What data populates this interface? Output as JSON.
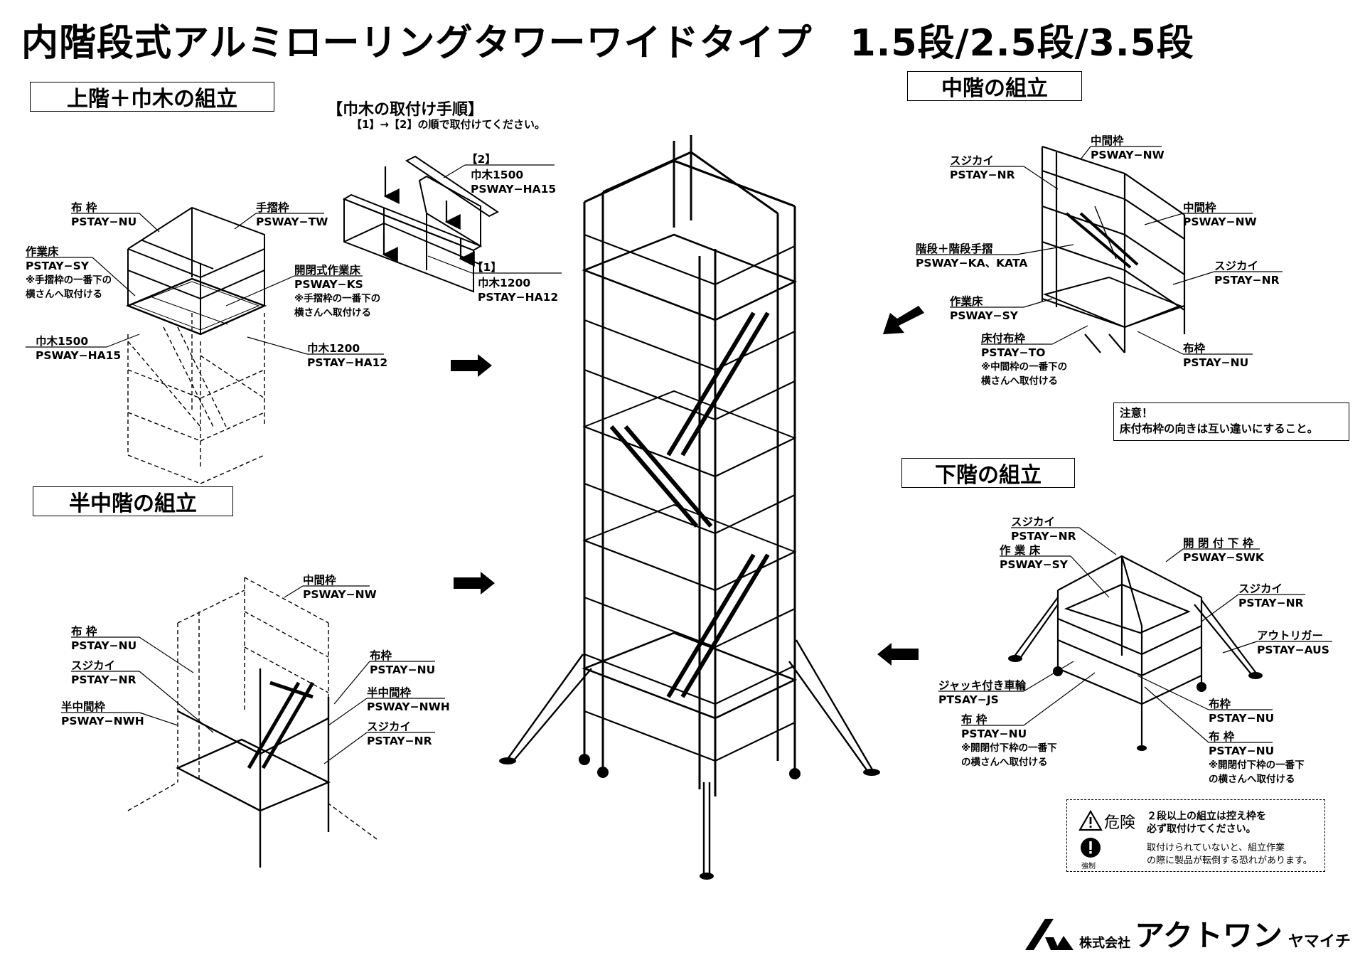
{
  "title": "内階段式アルミローリングタワーワイドタイプ　1.5段/2.5段/3.5段",
  "sections": {
    "upper": "上階＋巾木の組立",
    "middle": "中階の組立",
    "half": "半中階の組立",
    "lower": "下階の組立"
  },
  "skirting_steps": {
    "title": "【巾木の取付け手順】",
    "subtitle": "【1】→【2】の順で取付けてください。",
    "step2": "【2】",
    "step2_name": "巾木1500",
    "step2_code": "PSWAY−HA15",
    "step1": "【1】",
    "step1_name": "巾木1200",
    "step1_code": "PSTAY−HA12"
  },
  "upper_labels": {
    "nunowaku_name": "布 枠",
    "nunowaku_code": "PSTAY−NU",
    "tesuri_name": "手摺枠",
    "tesuri_code": "PSWAY−TW",
    "floor_name": "作業床",
    "floor_code": "PSTAY−SY",
    "floor_note1": "※手摺枠の一番下の",
    "floor_note2": "横さんへ取付ける",
    "open_floor_name": "開閉式作業床",
    "open_floor_code": "PSWAY−KS",
    "open_floor_note1": "※手摺枠の一番下の",
    "open_floor_note2": "横さんへ取付ける",
    "haba1500_name": "巾木1500",
    "haba1500_code": "PSWAY−HA15",
    "haba1200_name": "巾木1200",
    "haba1200_code": "PSTAY−HA12"
  },
  "middle_labels": {
    "sujikai1_name": "スジカイ",
    "sujikai1_code": "PSTAY−NR",
    "chukan1_name": "中間枠",
    "chukan1_code": "PSWAY−NW",
    "chukan2_name": "中間枠",
    "chukan2_code": "PSWAY−NW",
    "stairs_name": "階段＋階段手摺",
    "stairs_code": "PSWAY−KA、KATA",
    "sujikai2_name": "スジカイ",
    "sujikai2_code": "PSTAY−NR",
    "floor_name": "作業床",
    "floor_code": "PSWAY−SY",
    "yuka_name": "床付布枠",
    "yuka_code": "PSTAY−TO",
    "yuka_note1": "※中間枠の一番下の",
    "yuka_note2": "横さんへ取付ける",
    "nuno_name": "布枠",
    "nuno_code": "PSTAY−NU"
  },
  "caution": {
    "head": "注意！",
    "body": "床付布枠の向きは互い違いにすること。"
  },
  "half_labels": {
    "chukan_name": "中間枠",
    "chukan_code": "PSWAY−NW",
    "nuno1_name": "布 枠",
    "nuno1_code": "PSTAY−NU",
    "sujikai1_name": "スジカイ",
    "sujikai1_code": "PSTAY−NR",
    "hanchukan_name": "半中間枠",
    "hanchukan_code": "PSWAY−NWH",
    "nuno2_name": "布枠",
    "nuno2_code": "PSTAY−NU",
    "hanchukan2_name": "半中間枠",
    "hanchukan2_code": "PSWAY−NWH",
    "sujikai2_name": "スジカイ",
    "sujikai2_code": "PSTAY−NR"
  },
  "lower_labels": {
    "sujikai1_name": "スジカイ",
    "sujikai1_code": "PSTAY−NR",
    "kaihei_name": "開 閉 付 下 枠",
    "kaihei_code": "PSWAY−SWK",
    "floor_name": "作 業 床",
    "floor_code": "PSWAY−SY",
    "sujikai2_name": "スジカイ",
    "sujikai2_code": "PSTAY−NR",
    "outrigger_name": "アウトリガー",
    "outrigger_code": "PSTAY−AUS",
    "jack_name": "ジャッキ付き車輪",
    "jack_code": "PTSAY−JS",
    "nuno1_name": "布 枠",
    "nuno1_code": "PSTAY−NU",
    "nuno1_note1": "※開閉付下枠の一番下",
    "nuno1_note2": "の横さんへ取付ける",
    "nuno2_name": "布枠",
    "nuno2_code": "PSTAY−NU",
    "nuno3_name": "布 枠",
    "nuno3_code": "PSTAY−NU",
    "nuno3_note1": "※開閉付下枠の一番下",
    "nuno3_note2": "の横さんへ取付ける"
  },
  "danger": {
    "word": "危険",
    "line1": "２段以上の組立は控え枠を",
    "line2": "必ず取付けてください。",
    "line3": "取付けられていないと、組立作業",
    "line4": "の際に製品が転倒する恐れがあります。",
    "force": "強制"
  },
  "logo": {
    "company_prefix": "株式会社",
    "company_name": "アクトワン",
    "company_suffix": "ヤマイチ"
  },
  "icons": [
    "warning-triangle-icon",
    "mandatory-icon",
    "arrow-right-icon",
    "arrow-left-icon",
    "down-arrow-icon"
  ]
}
